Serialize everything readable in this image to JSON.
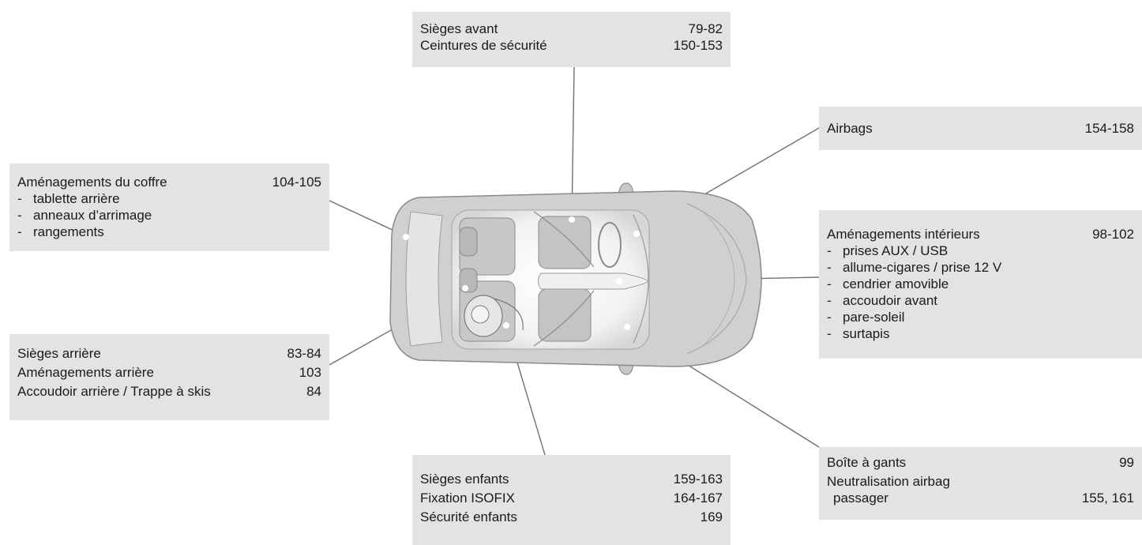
{
  "panels": {
    "front_seats": {
      "rows": [
        {
          "label": "Sièges avant",
          "pages": "79-82"
        },
        {
          "label": "Ceintures de sécurité",
          "pages": "150-153"
        }
      ]
    },
    "airbags": {
      "rows": [
        {
          "label": "Airbags",
          "pages": "154-158"
        }
      ]
    },
    "boot": {
      "title": {
        "label": "Aménagements du coffre",
        "pages": "104-105"
      },
      "items": [
        "tablette arrière",
        "anneaux d’arrimage",
        "rangements"
      ]
    },
    "interior": {
      "title": {
        "label": "Aménagements intérieurs",
        "pages": "98-102"
      },
      "items": [
        "prises AUX / USB",
        "allume-cigares / prise 12 V",
        "cendrier amovible",
        "accoudoir avant",
        "pare-soleil",
        "surtapis"
      ]
    },
    "rear_seats": {
      "rows": [
        {
          "label": "Sièges arrière",
          "pages": "83-84"
        },
        {
          "label": "Aménagements arrière",
          "pages": "103"
        },
        {
          "label": "Accoudoir arrière / Trappe à skis",
          "pages": "84"
        }
      ]
    },
    "child_seats": {
      "rows": [
        {
          "label": "Sièges enfants",
          "pages": "159-163"
        },
        {
          "label": "Fixation ISOFIX",
          "pages": "164-167"
        },
        {
          "label": "Sécurité enfants",
          "pages": "169"
        }
      ]
    },
    "glovebox": {
      "row1": {
        "label": "Boîte à gants",
        "pages": "99"
      },
      "row2": {
        "label": "Neutralisation airbag"
      },
      "row3": {
        "label": "passager",
        "pages": "155, 161"
      }
    }
  },
  "dash": "-",
  "colors": {
    "panel": "#e3e3e3",
    "text": "#1a1a1a",
    "connector": "#707070",
    "car_body": "#d0d0d0",
    "car_outline": "#8a8a8a",
    "interior_glow": "#ffffff"
  }
}
